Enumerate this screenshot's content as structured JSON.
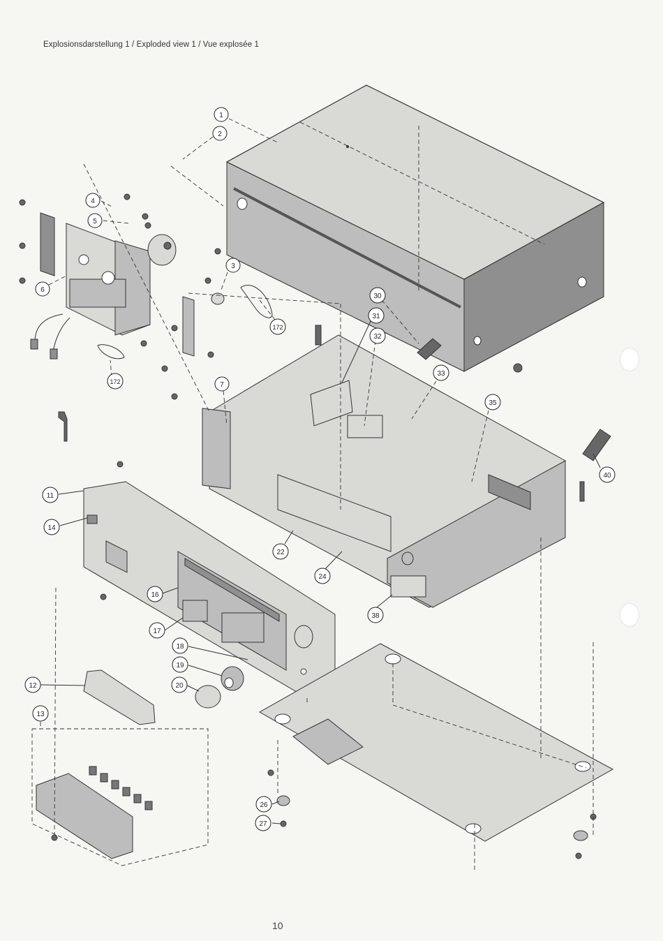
{
  "header": {
    "title": "Explosionsdarstellung 1 / Exploded view 1 / Vue explosée 1"
  },
  "page_number": "10",
  "callouts": {
    "c1": "1",
    "c2": "2",
    "c3": "3",
    "c4": "4",
    "c5": "5",
    "c6": "6",
    "c7": "7",
    "c11": "11",
    "c12": "12",
    "c13": "13",
    "c14": "14",
    "c16": "16",
    "c17": "17",
    "c18": "18",
    "c19": "19",
    "c20": "20",
    "c22": "22",
    "c24": "24",
    "c26": "26",
    "c27": "27",
    "c30": "30",
    "c31": "31",
    "c32": "32",
    "c33": "33",
    "c35": "35",
    "c38": "38",
    "c40": "40",
    "c172a": "172",
    "c172b": "172"
  }
}
